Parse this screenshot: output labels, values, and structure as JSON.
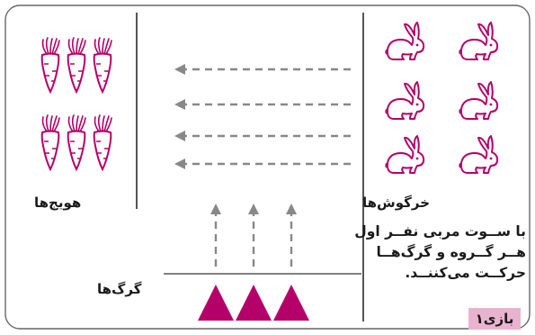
{
  "labels": {
    "carrots": "هویج‌ها",
    "rabbits": "خرگوش‌ها",
    "wolves": "گرگ‌ها"
  },
  "rules": {
    "line1": "با ســوت مربی نفــر اول",
    "line2": "هــر گــروه و گرگ‌هــا",
    "line3": "حرکــت می‌کننــد."
  },
  "game_label": "بازی۱",
  "colors": {
    "accent": "#b5006a",
    "badge": "#e9b3cf",
    "lines": "#555555",
    "arrows": "#888888"
  },
  "icons": [
    "carrot-icon",
    "rabbit-icon",
    "wolf-triangle-icon",
    "dashed-arrow-left-icon",
    "dashed-arrow-up-icon"
  ]
}
